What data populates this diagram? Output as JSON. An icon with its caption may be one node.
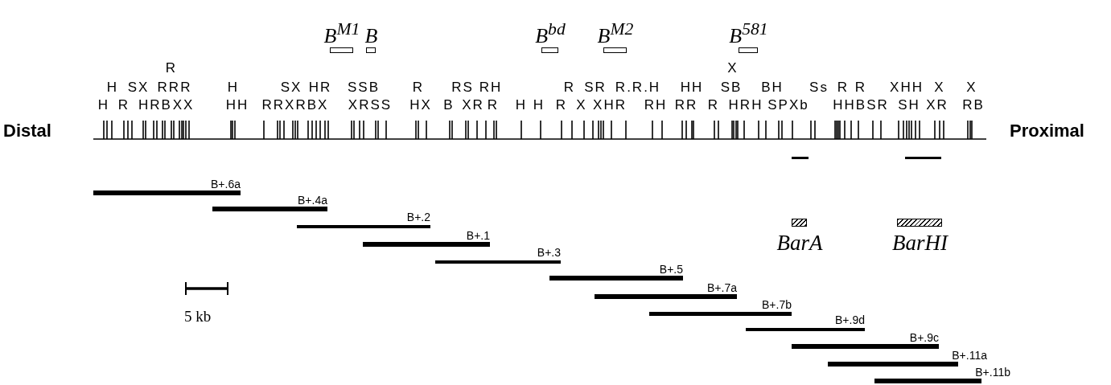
{
  "diagram": {
    "nodes": [
      {
        "text": [
          "B$^{M1}$"
        ]
      },
      {
        "text": [
          "B"
        ]
      },
      {
        "text": [
          "B$^{bd}$"
        ]
      },
      {
        "text": [
          "B$^{M2}$"
        ]
      },
      {
        "text": [
          "B$^{581}$"
        ]
      },
      {
        "text": [
          "BarA"
        ]
      },
      {
        "text": [
          "BarHI"
        ]
      },
      {
        "text": [
          "B+.6a"
        ]
      },
      {
        "text": [
          "B+.4a"
        ]
      },
      {
        "text": [
          "B+.2"
        ]
      },
      {
        "text": [
          "B+.1"
        ]
      },
      {
        "text": [
          "B+.3"
        ]
      },
      {
        "text": [
          "B+.5"
        ]
      },
      {
        "text": [
          "B+.7a"
        ]
      },
      {
        "text": [
          "B+.7b"
        ]
      },
      {
        "text": [
          "B+.9d"
        ]
      },
      {
        "text": [
          "B+.9c"
        ]
      },
      {
        "text": [
          "B+.11a"
        ]
      },
      {
        "text": [
          "B+.11b"
        ]
      }
    ],
    "labels": [
      "R",
      "X",
      "H",
      "SX",
      "RRR",
      "H",
      "SX",
      "HR",
      "SSB",
      "R",
      "RS",
      "RH",
      "R",
      "SR",
      "R.R.H",
      "HH",
      "SB",
      "BH",
      "Ss",
      "R",
      "R",
      "XHH",
      "X",
      "X",
      "H",
      "R",
      "HRB",
      "XX",
      "HH",
      "RRXRBX",
      "XRSS",
      "HX",
      "B",
      "XR",
      "R",
      "H",
      "H",
      "R",
      "X",
      "XHR",
      "RH",
      "RR",
      "R",
      "HRH",
      "SPXb",
      "HHBSR",
      "SH",
      "XR",
      "RB",
      "Distal",
      "Proximal",
      "5 kb"
    ]
  }
}
